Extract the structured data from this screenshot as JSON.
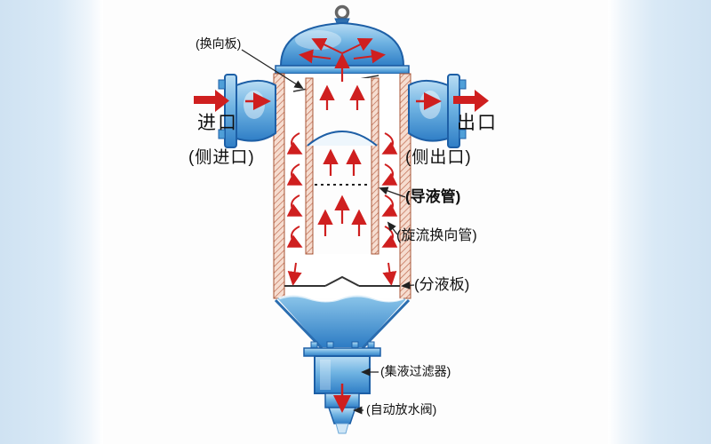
{
  "diagram": {
    "description_type": "gas-liquid-cyclone-separator-cutaway",
    "labels": {
      "diverter_plate": "(换向板)",
      "inlet": "进口",
      "side_inlet": "(侧进口)",
      "outlet": "出口",
      "side_outlet": "(侧出口)",
      "liquid_guide_pipe": "(导液管)",
      "swirl_diverter_pipe": "(旋流换向管)",
      "liquid_separator_plate": "(分液板)",
      "liquid_collection_filter": "(集液过滤器)",
      "auto_drain_valve": "(自动放水阀)"
    },
    "colors": {
      "flow_arrow_red": "#cf1f1f",
      "vessel_blue": "#4f9fd8",
      "vessel_blue_dark": "#1d5fa6",
      "wall_hatch_brown": "#b5674b",
      "background_band_blue": "#d5e6f3",
      "leader_line_black": "#222222"
    }
  }
}
